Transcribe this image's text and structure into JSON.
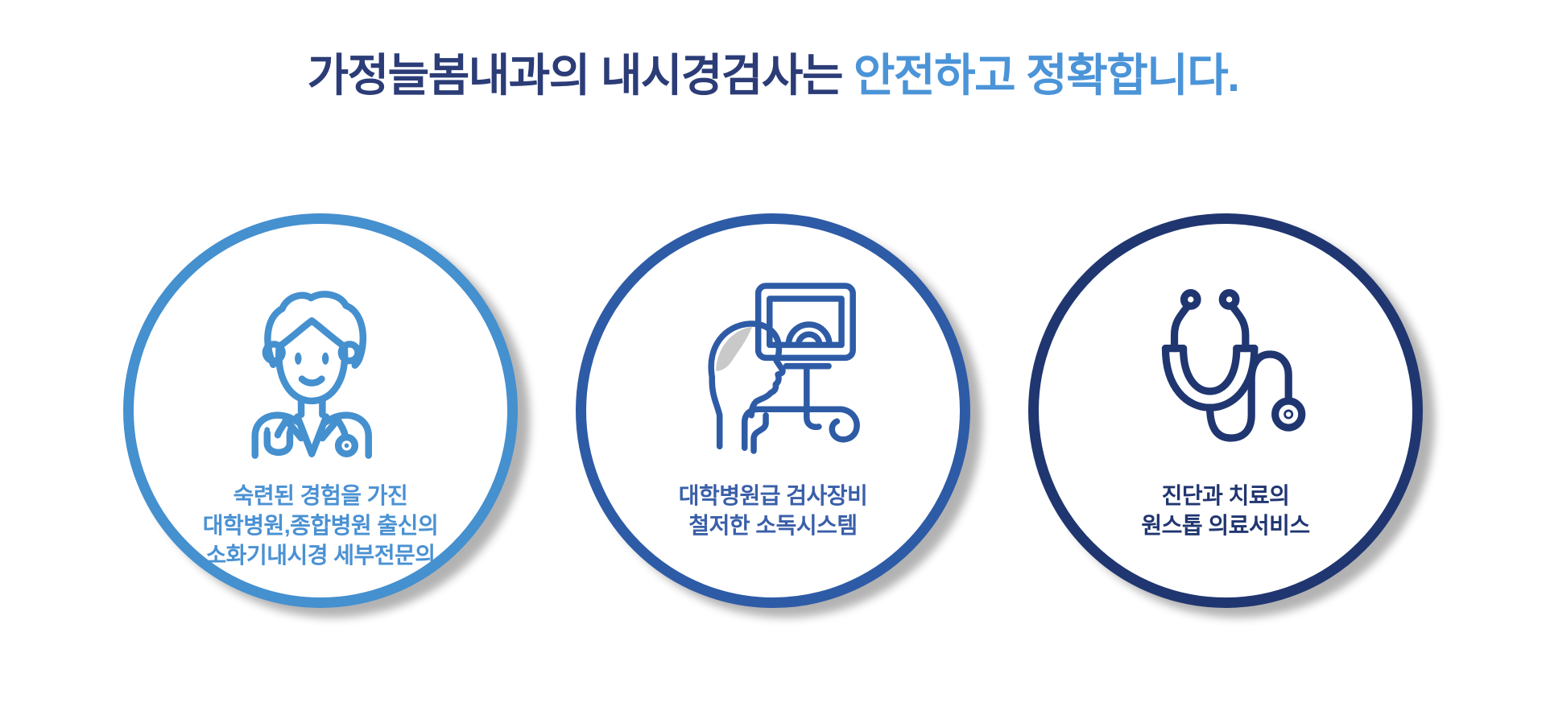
{
  "section": {
    "background": "#ffffff"
  },
  "title": {
    "normal_text": "가정늘봄내과의 내시경검사는 ",
    "accent_text": "안전하고 정확합니다.",
    "normal_color": "#2b3c77",
    "accent_color": "#4b94d8"
  },
  "features": [
    {
      "name": "experienced-specialist",
      "icon": "doctor-icon",
      "circle_color": "#4590cf",
      "text_color": "#4a91d3",
      "lines": [
        "숙련된 경험을 가진",
        "대학병원,종합병원 출신의",
        "소화기내시경 세부전문의"
      ]
    },
    {
      "name": "university-grade-equipment",
      "icon": "endoscopy-monitor-icon",
      "circle_color": "#2e5ba6",
      "text_color": "#3a5fa9",
      "accent_gray": "#c9c9c9",
      "lines": [
        "대학병원급 검사장비",
        "철저한 소독시스템"
      ]
    },
    {
      "name": "one-stop-medical-service",
      "icon": "stethoscope-icon",
      "circle_color": "#203670",
      "text_color": "#203670",
      "lines": [
        "진단과 치료의",
        "원스톱 의료서비스"
      ]
    }
  ]
}
